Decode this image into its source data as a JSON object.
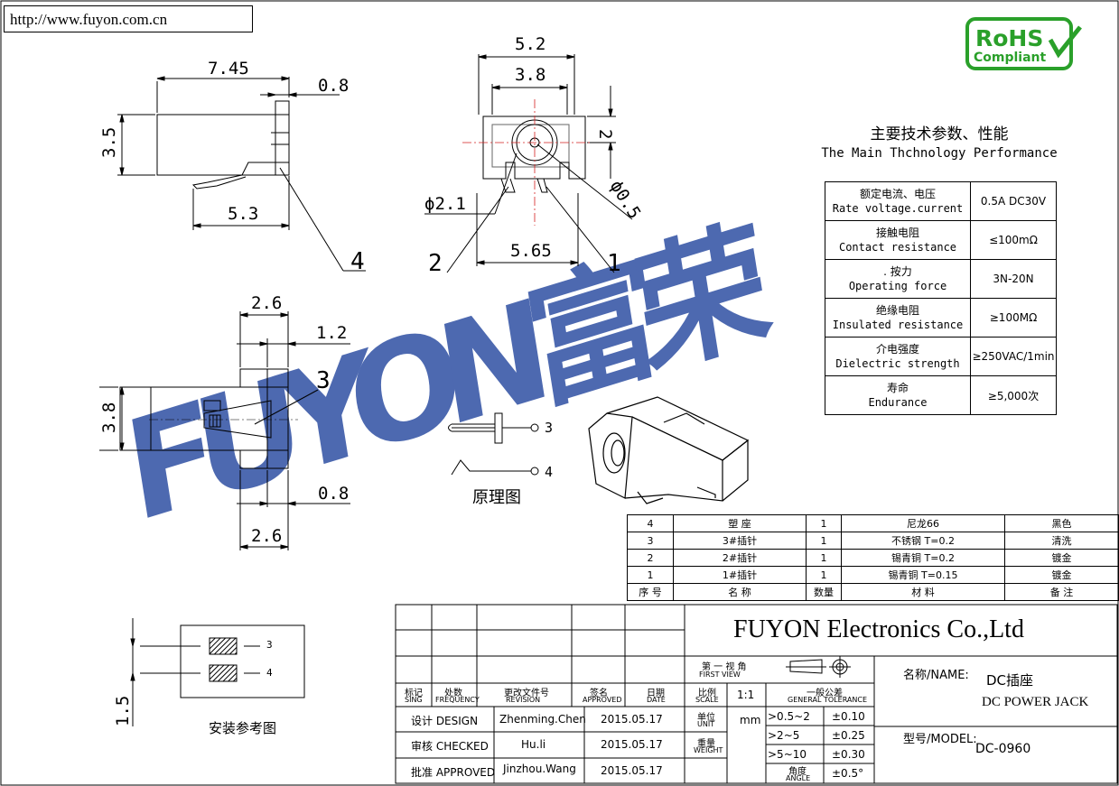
{
  "url": "http://www.fuyon.com.cn",
  "rohs": {
    "line1": "RoHS",
    "line2": "Compliant"
  },
  "watermark": "FUYON富荣",
  "dims": {
    "side_length": "7.45",
    "side_tab": "0.8",
    "side_height": "3.5",
    "side_bottom": "5.3",
    "side_callout": "4",
    "front_width": "5.2",
    "front_inner": "3.8",
    "front_height": "2",
    "front_pin_dia": "ϕ2.1",
    "front_hole_dia": "ϕ0.5",
    "front_bottom": "5.65",
    "front_callout_left": "2",
    "front_callout_right": "1",
    "top_a": "2.6",
    "top_b": "1.2",
    "top_callout": "3",
    "top_height": "3.8",
    "top_c": "0.8",
    "top_d": "2.6",
    "mount_height": "1.5"
  },
  "schematic": {
    "pin3": "3",
    "pin4": "4",
    "caption": "原理图"
  },
  "mount": {
    "pin3": "3",
    "pin4": "4",
    "caption": "安装参考图"
  },
  "spec": {
    "title": "主要技术参数、性能",
    "subtitle": "The Main Thchnology Performance",
    "rows": [
      {
        "cn": "额定电流、电压",
        "en": "Rate voltage.current",
        "value": "0.5A DC30V"
      },
      {
        "cn": "接触电阻",
        "en": "Contact resistance",
        "value": "≤100mΩ"
      },
      {
        "cn": ". 按力",
        "en": "Operating force",
        "value": "3N-20N"
      },
      {
        "cn": "绝缘电阻",
        "en": "Insulated resistance",
        "value": "≥100MΩ"
      },
      {
        "cn": "介电强度",
        "en": "Dielectric strength",
        "value": "≥250VAC/1min"
      },
      {
        "cn": "寿命",
        "en": "Endurance",
        "value": "≥5,000次"
      }
    ]
  },
  "bom": {
    "rows": [
      [
        "4",
        "塑 座",
        "1",
        "尼龙66",
        "黑色"
      ],
      [
        "3",
        "3#插针",
        "1",
        "不锈钢 T=0.2",
        "清洗"
      ],
      [
        "2",
        "2#插针",
        "1",
        "锡青铜 T=0.2",
        "镀金"
      ],
      [
        "1",
        "1#插针",
        "1",
        "锡青铜 T=0.15",
        "镀金"
      ]
    ],
    "header": [
      "序 号",
      "名        称",
      "数量",
      "材        料",
      "备  注"
    ]
  },
  "title_block": {
    "company": "FUYON Electronics Co.,Ltd",
    "first_view_cn": "第 一 视 角",
    "first_view_en": "FIRST VIEW",
    "hdr_sign": [
      "标记",
      "SING"
    ],
    "hdr_freq": [
      "处数",
      "FREQUENCY"
    ],
    "hdr_rev": [
      "更改文件号",
      "REVISION"
    ],
    "hdr_appr": [
      "签名",
      "APPROVED"
    ],
    "hdr_date": [
      "日期",
      "DATE"
    ],
    "hdr_scale": [
      "比例",
      "SCALE"
    ],
    "scale": "1:1",
    "hdr_tol": [
      "一般公差",
      "GENERAL TOLERANCE"
    ],
    "design_label": "设计 DESIGN",
    "design_name": "Zhenming.Chen",
    "design_date": "2015.05.17",
    "checked_label": "审核 CHECKED",
    "checked_name": "Hu.li",
    "checked_date": "2015.05.17",
    "approved_label": "批准 APPROVED",
    "approved_name": "Jinzhou.Wang",
    "approved_date": "2015.05.17",
    "unit": [
      "单位",
      "UNIT"
    ],
    "unit_value": "mm",
    "weight": [
      "重量",
      "WEIGHT"
    ],
    "angle": [
      "角度",
      "ANGLE"
    ],
    "tolerances": [
      {
        "range": ">0.5~2",
        "tol": "±0.10"
      },
      {
        "range": ">2~5",
        "tol": "±0.25"
      },
      {
        "range": ">5~10",
        "tol": "±0.30"
      },
      {
        "range": "",
        "tol": "±0.5°"
      }
    ],
    "name_label": "名称/NAME:",
    "name_cn": "DC插座",
    "name_en": "DC POWER JACK",
    "model_label": "型号/MODEL:",
    "model": "DC-0960"
  },
  "colors": {
    "watermark": "#2f4fa3",
    "rohs": "#2aa02a",
    "centerline": "#d42020"
  }
}
